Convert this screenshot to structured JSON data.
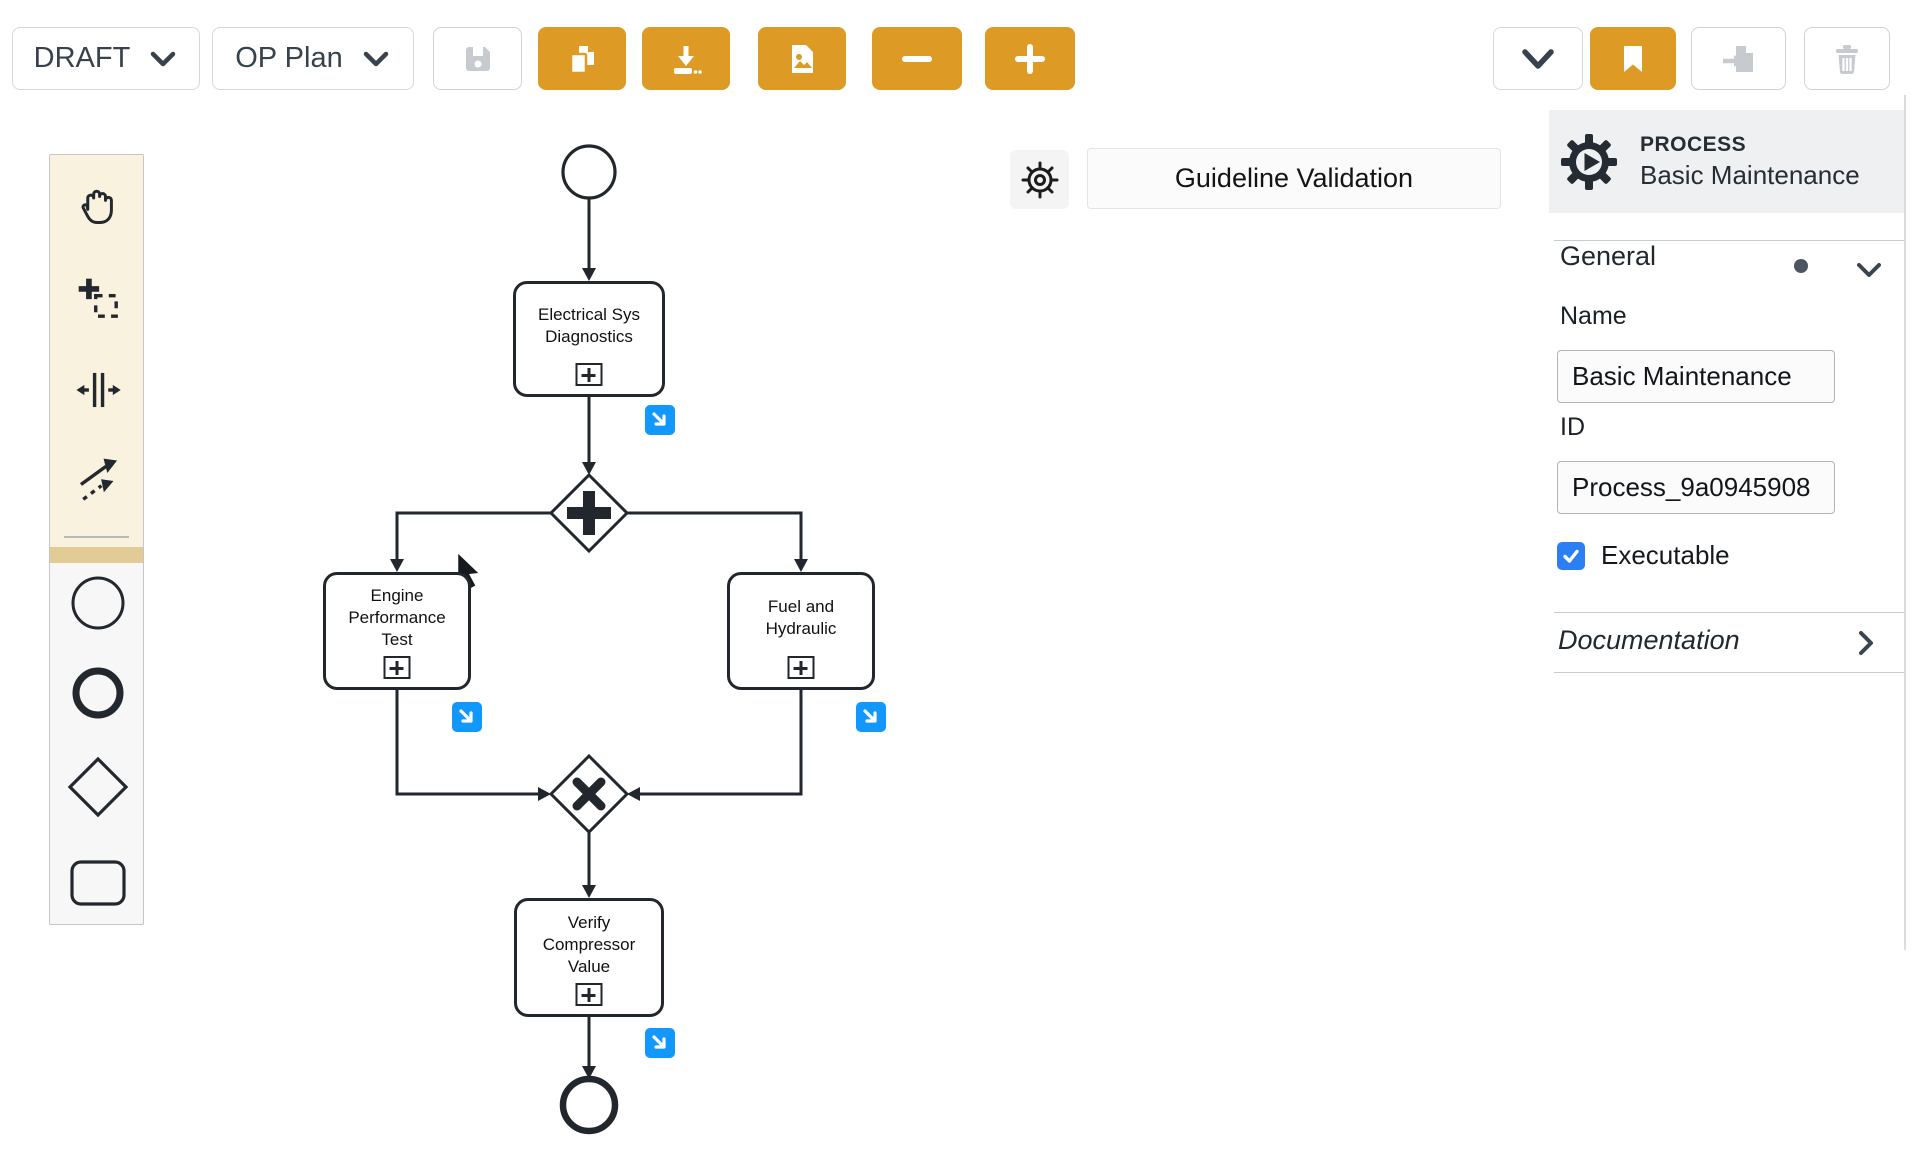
{
  "toolbar": {
    "status_dropdown": {
      "label": "DRAFT",
      "icon": "chevron-down"
    },
    "plan_dropdown": {
      "label": "OP Plan",
      "icon": "chevron-down"
    },
    "icons": {
      "save": "floppy-disk",
      "copy": "copy-pages",
      "download": "download-tray",
      "export_image": "image-file",
      "zoom_out": "minus",
      "zoom_in": "plus",
      "collapse": "chevron-down",
      "bookmark": "bookmark-ribbon",
      "deploy": "file-import-arrow",
      "delete": "trash-can"
    }
  },
  "validation_bar": {
    "settings_icon": "gear",
    "button_label": "Guideline Validation"
  },
  "palette": {
    "tools": [
      "hand-tool",
      "lasso-tool",
      "space-tool",
      "connect-tool"
    ],
    "elements": [
      "start-event",
      "end-event",
      "gateway",
      "task"
    ]
  },
  "diagram": {
    "tasks": [
      {
        "label": "Electrical Sys Diagnostics"
      },
      {
        "label": "Engine Performance Test"
      },
      {
        "label": "Fuel and Hydraulic"
      },
      {
        "label": "Verify Compressor Value"
      }
    ],
    "badge_icon": "southeast-arrow"
  },
  "properties_panel": {
    "type_label": "PROCESS",
    "element_name": "Basic Maintenance",
    "general_section": {
      "title": "General"
    },
    "name_field": {
      "label": "Name",
      "value": "Basic Maintenance"
    },
    "id_field": {
      "label": "ID",
      "value": "Process_9a0945908"
    },
    "executable": {
      "label": "Executable",
      "checked": "true"
    },
    "documentation_section": {
      "title": "Documentation"
    }
  },
  "colors": {
    "accent_orange": "#dd9b26",
    "badge_blue": "#1297fd",
    "checkbox_blue": "#2b7ff2",
    "stroke_dark": "#22272e",
    "panel_header_bg": "#eef0f2"
  }
}
